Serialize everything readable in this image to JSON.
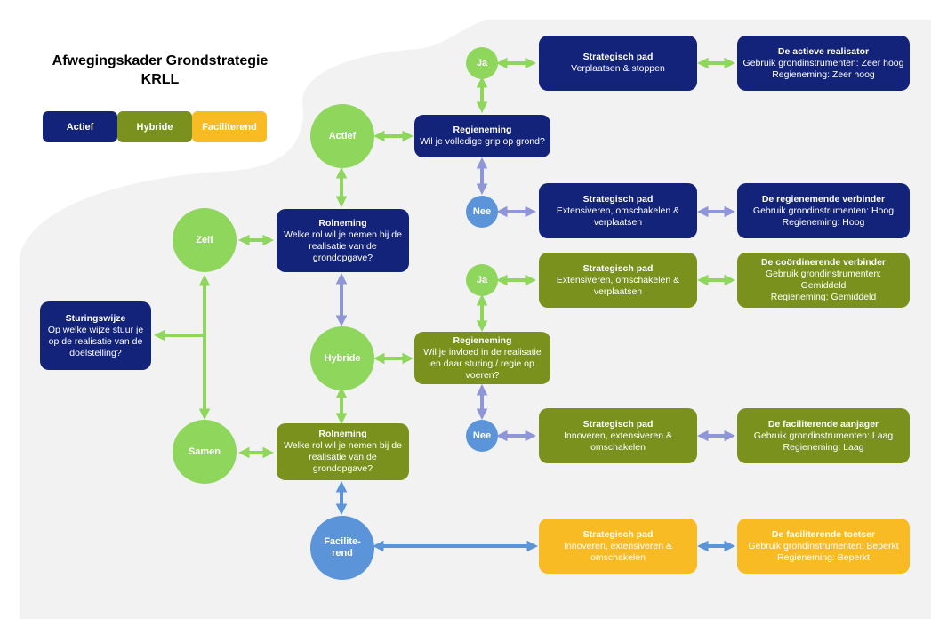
{
  "title": {
    "line1": "Afwegingskader Grondstrategie",
    "line2": "KRLL"
  },
  "legend": {
    "actief": "Actief",
    "hybride": "Hybride",
    "faciliterend": "Faciliterend"
  },
  "colors": {
    "navy": "#13237a",
    "olive": "#7a921d",
    "gold": "#f9bb24",
    "light_green": "#8fd65c",
    "blue": "#5b94d8",
    "arrow_green": "#8fd65c",
    "arrow_purple": "#8e96d8",
    "arrow_blue": "#5b94d8",
    "background": "#f2f2f2"
  },
  "sturingswijze": {
    "title": "Sturingswijze",
    "text": "Op welke wijze stuur je\nop de realisatie van de\ndoelstelling?"
  },
  "circles": {
    "zelf": "Zelf",
    "samen": "Samen",
    "actief": "Actief",
    "hybride": "Hybride",
    "faciliterend": "Facilite-\nrend",
    "ja1": "Ja",
    "nee1": "Nee",
    "ja2": "Ja",
    "nee2": "Nee"
  },
  "rolneming_zelf": {
    "title": "Rolneming",
    "text": "Welke rol wil je nemen bij de\nrealisatie van de\ngrondopgave?"
  },
  "rolneming_samen": {
    "title": "Rolneming",
    "text": "Welke rol wil je nemen bij de\nrealisatie van de\ngrondopgave?"
  },
  "regieneming_actief": {
    "title": "Regieneming",
    "text": "Wil je volledige grip op grond?"
  },
  "regieneming_hybride": {
    "title": "Regieneming",
    "text": "Wil je invloed in de realisatie\nen daar sturing / regie op\nvoeren?"
  },
  "paths": {
    "p1": {
      "title": "Strategisch pad",
      "text": "Verplaatsen & stoppen"
    },
    "p2": {
      "title": "Strategisch pad",
      "text": "Extensiveren, omschakelen &\nverplaatsen"
    },
    "p3": {
      "title": "Strategisch pad",
      "text": "Extensiveren, omschakelen &\nverplaatsen"
    },
    "p4": {
      "title": "Strategisch pad",
      "text": "Innoveren, extensiveren &\nomschakelen"
    },
    "p5": {
      "title": "Strategisch pad",
      "text": "Innoveren, extensiveren &\nomschakelen"
    }
  },
  "roles": {
    "r1": {
      "title": "De actieve realisator",
      "text": "Gebruik grondinstrumenten: Zeer hoog\nRegieneming: Zeer hoog"
    },
    "r2": {
      "title": "De regienemende verbinder",
      "text": "Gebruik grondinstrumenten: Hoog\nRegieneming: Hoog"
    },
    "r3": {
      "title": "De coördinerende verbinder",
      "text": "Gebruik grondinstrumenten:\nGemiddeld\nRegieneming: Gemiddeld"
    },
    "r4": {
      "title": "De faciliterende aanjager",
      "text": "Gebruik grondinstrumenten: Laag\nRegieneming: Laag"
    },
    "r5": {
      "title": "De faciliterende toetser",
      "text": "Gebruik grondinstrumenten: Beperkt\nRegieneming: Beperkt"
    }
  }
}
